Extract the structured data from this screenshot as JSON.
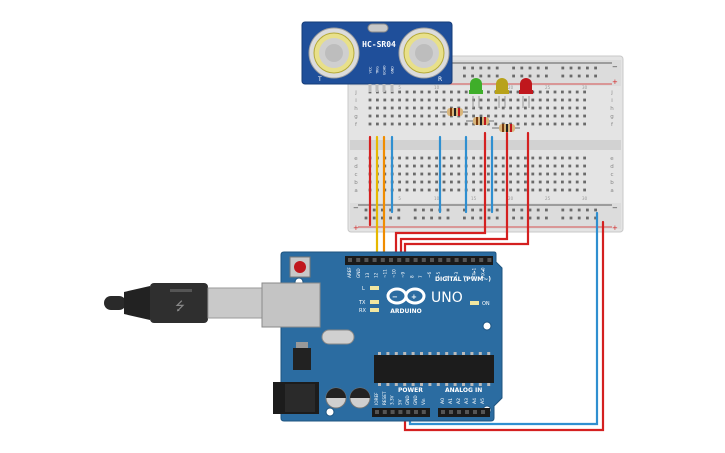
{
  "sensor": {
    "label": "HC-SR04",
    "left_mark": "T",
    "right_mark": "R",
    "pins": [
      "VCC",
      "TRIG",
      "ECHO",
      "GND"
    ]
  },
  "breadboard": {
    "rows_top": [
      "j",
      "i",
      "h",
      "g",
      "f"
    ],
    "rows_bottom": [
      "e",
      "d",
      "c",
      "b",
      "a"
    ],
    "col_numbers": [
      "1",
      "5",
      "10",
      "15",
      "20",
      "25",
      "30"
    ],
    "rail_minus": "−",
    "rail_plus": "+"
  },
  "leds": [
    {
      "color": "green",
      "hex": "#3fae2a"
    },
    {
      "color": "yellow",
      "hex": "#b8a21a"
    },
    {
      "color": "red",
      "hex": "#c0171d"
    }
  ],
  "arduino": {
    "model": "UNO",
    "brand": "ARDUINO",
    "digital_header": "DIGITAL (PWM~)",
    "power_header": "POWER",
    "analog_header": "ANALOG IN",
    "on_label": "ON",
    "led_l": "L",
    "led_tx": "TX",
    "led_rx": "RX",
    "top_pins": [
      "AREF",
      "GND",
      "13",
      "12",
      "~11",
      "~10",
      "~9",
      "8",
      "7",
      "~6",
      "~5",
      "4",
      "~3",
      "2",
      "TX▸1",
      "RX◂0"
    ],
    "power_pins": [
      "IOREF",
      "RESET",
      "3.3V",
      "5V",
      "GND",
      "GND",
      "Vin"
    ],
    "analog_pins": [
      "A0",
      "A1",
      "A2",
      "A3",
      "A4",
      "A5"
    ]
  },
  "colors": {
    "board_blue": "#2b6ca1",
    "wire_red": "#d42020",
    "wire_orange": "#f08c00",
    "wire_yellow": "#e6b800",
    "wire_blue": "#2f8fd0"
  }
}
